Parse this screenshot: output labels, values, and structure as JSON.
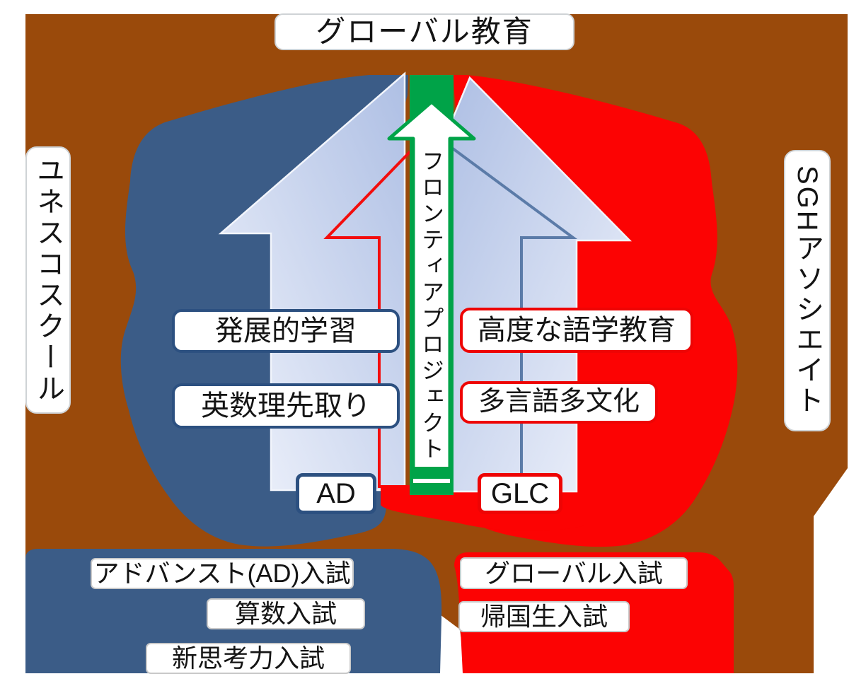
{
  "diagram": {
    "title": "グローバル教育",
    "left_banner": "ユネスコスクール",
    "right_banner": "SGHアソシエイト",
    "center_arrow_label": "フロンティアプロジェクト",
    "ad_course": {
      "code": "AD",
      "features": [
        "発展的学習",
        "英数理先取り"
      ],
      "exams": [
        "アドバンスト(AD)入試",
        "算数入試",
        "新思考力入試"
      ],
      "accent_color": "#2c5080"
    },
    "glc_course": {
      "code": "GLC",
      "features": [
        "高度な語学教育",
        "多言語多文化"
      ],
      "exams": [
        "グローバル入試",
        "帰国生入試"
      ],
      "accent_color": "#ee0404"
    },
    "colors": {
      "background_brown": "#9a4a0b",
      "ad_blue": "#3b5c87",
      "glc_red": "#fc0303",
      "frontier_green": "#00a348",
      "arrow_fill_light": "#f1f4fc",
      "arrow_fill_dark": "#aebfe4"
    }
  }
}
